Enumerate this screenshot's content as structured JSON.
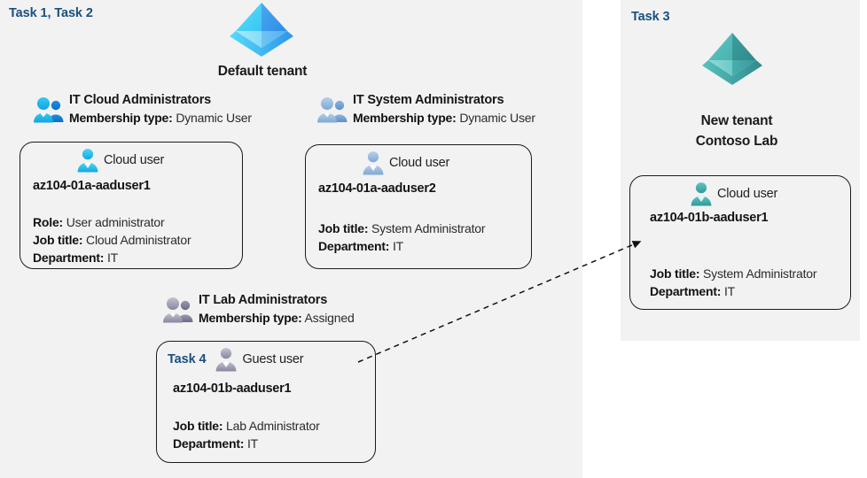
{
  "panels": {
    "default_tenant": {
      "task_label": "Task 1, Task 2",
      "tenant_name": "Default tenant",
      "logo_icon": "azure-ad-tenant-icon"
    },
    "new_tenant": {
      "task_label": "Task 3",
      "tenant_name_line1": "New  tenant",
      "tenant_name_line2": "Contoso Lab",
      "logo_icon": "azure-ad-tenant-icon"
    }
  },
  "groups": [
    {
      "id": "it-cloud-administrators",
      "icon": "group-users-icon",
      "title": "IT Cloud Administrators",
      "membership_label": "Membership type:",
      "membership_value": "Dynamic User"
    },
    {
      "id": "it-system-administrators",
      "icon": "group-users-icon",
      "title": "IT System Administrators",
      "membership_label": "Membership type:",
      "membership_value": "Dynamic User"
    },
    {
      "id": "it-lab-administrators",
      "icon": "group-users-icon",
      "title": "IT Lab Administrators",
      "membership_label": "Membership type:",
      "membership_value": "Assigned"
    }
  ],
  "cards": {
    "aaduser1": {
      "icon": "cloud-user-icon",
      "user_type": "Cloud user",
      "username": "az104-01a-aaduser1",
      "attrs": [
        {
          "label": "Role:",
          "value": "User administrator"
        },
        {
          "label": "Job title:",
          "value": "Cloud Administrator"
        },
        {
          "label": "Department:",
          "value": "IT"
        }
      ]
    },
    "aaduser2": {
      "icon": "cloud-user-icon",
      "user_type": "Cloud user",
      "username": "az104-01a-aaduser2",
      "attrs": [
        {
          "label": "Job title:",
          "value": "System Administrator"
        },
        {
          "label": "Department:",
          "value": "IT"
        }
      ]
    },
    "guest": {
      "task_label": "Task 4",
      "icon": "guest-user-icon",
      "user_type": "Guest user",
      "username": "az104-01b-aaduser1",
      "attrs": [
        {
          "label": "Job title:",
          "value": "Lab Administrator"
        },
        {
          "label": "Department:",
          "value": "IT"
        }
      ]
    },
    "aadbuser1": {
      "icon": "cloud-user-icon",
      "user_type": "Cloud user",
      "username": "az104-01b-aaduser1",
      "attrs": [
        {
          "label": "Job title:",
          "value": "System Administrator"
        },
        {
          "label": "Department:",
          "value": "IT"
        }
      ]
    }
  },
  "connector": {
    "name": "guest-to-cloud-user-arrow",
    "style": "dashed-arrow"
  },
  "colors": {
    "task_label": "#1a4f80",
    "panel_background": "#f2f2f2",
    "page_background": "#ffffff",
    "card_border": "#1c1c1c",
    "text": "#1b1b1b",
    "tenant_blue": "#32b0f0",
    "tenant_teal": "#4bb8b4"
  }
}
